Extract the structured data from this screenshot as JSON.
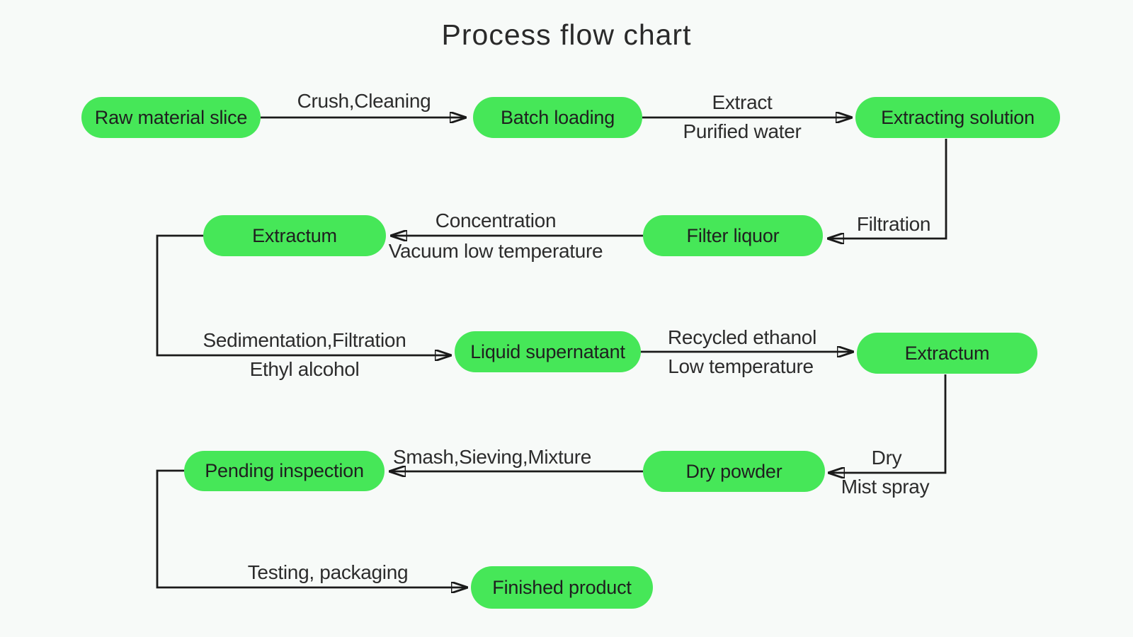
{
  "title": "Process flow chart",
  "colors": {
    "background": "#f7faf8",
    "node_fill": "#46e758",
    "edge_line": "#1a1a1a",
    "text": "#1f1f1f"
  },
  "nodes": [
    {
      "id": "raw-material-slice",
      "label": "Raw material slice"
    },
    {
      "id": "batch-loading",
      "label": "Batch loading"
    },
    {
      "id": "extracting-solution",
      "label": "Extracting solution"
    },
    {
      "id": "filter-liquor",
      "label": "Filter liquor"
    },
    {
      "id": "extractum-1",
      "label": "Extractum"
    },
    {
      "id": "liquid-supernatant",
      "label": "Liquid supernatant"
    },
    {
      "id": "extractum-2",
      "label": "Extractum"
    },
    {
      "id": "dry-powder",
      "label": "Dry powder"
    },
    {
      "id": "pending-inspection",
      "label": "Pending inspection"
    },
    {
      "id": "finished-product",
      "label": "Finished product"
    }
  ],
  "edges": [
    {
      "from": "raw-material-slice",
      "to": "batch-loading",
      "label_top": "Crush,Cleaning",
      "label_bottom": ""
    },
    {
      "from": "batch-loading",
      "to": "extracting-solution",
      "label_top": "Extract",
      "label_bottom": "Purified water"
    },
    {
      "from": "extracting-solution",
      "to": "filter-liquor",
      "label_top": "Filtration",
      "label_bottom": ""
    },
    {
      "from": "filter-liquor",
      "to": "extractum-1",
      "label_top": "Concentration",
      "label_bottom": "Vacuum low temperature"
    },
    {
      "from": "extractum-1",
      "to": "liquid-supernatant",
      "label_top": "Sedimentation,Filtration",
      "label_bottom": "Ethyl alcohol"
    },
    {
      "from": "liquid-supernatant",
      "to": "extractum-2",
      "label_top": "Recycled ethanol",
      "label_bottom": "Low temperature"
    },
    {
      "from": "extractum-2",
      "to": "dry-powder",
      "label_top": "Dry",
      "label_bottom": "Mist spray"
    },
    {
      "from": "dry-powder",
      "to": "pending-inspection",
      "label_top": "Smash,Sieving,Mixture",
      "label_bottom": ""
    },
    {
      "from": "pending-inspection",
      "to": "finished-product",
      "label_top": "Testing, packaging",
      "label_bottom": ""
    }
  ]
}
